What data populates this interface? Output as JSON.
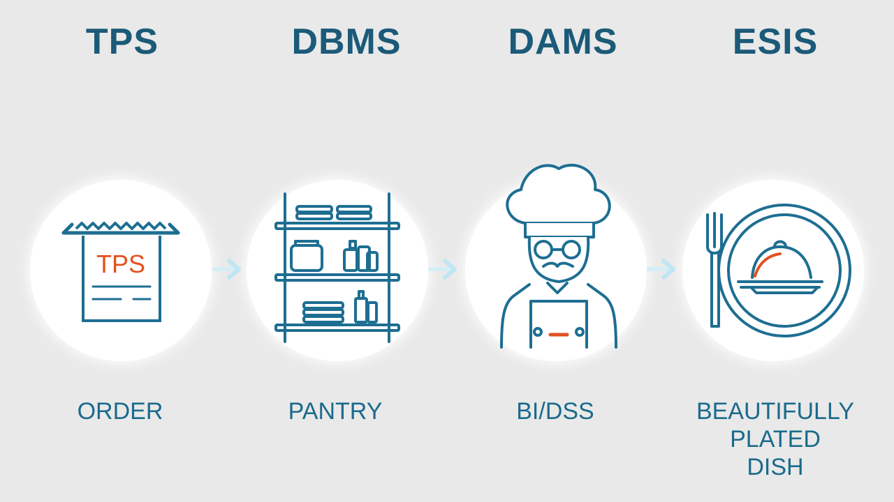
{
  "colors": {
    "background": "#e9e9e9",
    "title": "#1b5a78",
    "stroke": "#1e6e92",
    "accent": "#e2521f",
    "label": "#1b6a8c",
    "arrow": "#bfe6f2"
  },
  "stages": [
    {
      "title": "TPS",
      "icon": "order-receipt-icon",
      "icon_text": "TPS",
      "label": "ORDER"
    },
    {
      "title": "DBMS",
      "icon": "pantry-shelf-icon",
      "label": "PANTRY"
    },
    {
      "title": "DAMS",
      "icon": "chef-icon",
      "label": "BI/DSS"
    },
    {
      "title": "ESIS",
      "icon": "plated-dish-icon",
      "label_lines": [
        "BEAUTIFULLY",
        "PLATED",
        "DISH"
      ]
    }
  ],
  "arrows": [
    "arrow-right-icon",
    "arrow-right-icon",
    "arrow-right-icon"
  ]
}
